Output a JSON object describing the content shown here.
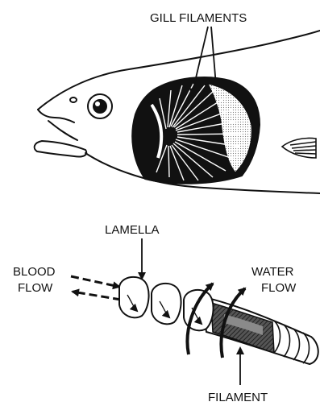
{
  "labels": {
    "gill_filaments": "GILL FILAMENTS",
    "lamella": "LAMELLA",
    "blood_flow_line1": "BLOOD",
    "blood_flow_line2": "FLOW",
    "water_flow_line1": "WATER",
    "water_flow_line2": "FLOW",
    "filament": "FILAMENT"
  },
  "colors": {
    "ink": "#111111",
    "paper": "#ffffff",
    "filament_shading": "#8a8a8a"
  }
}
